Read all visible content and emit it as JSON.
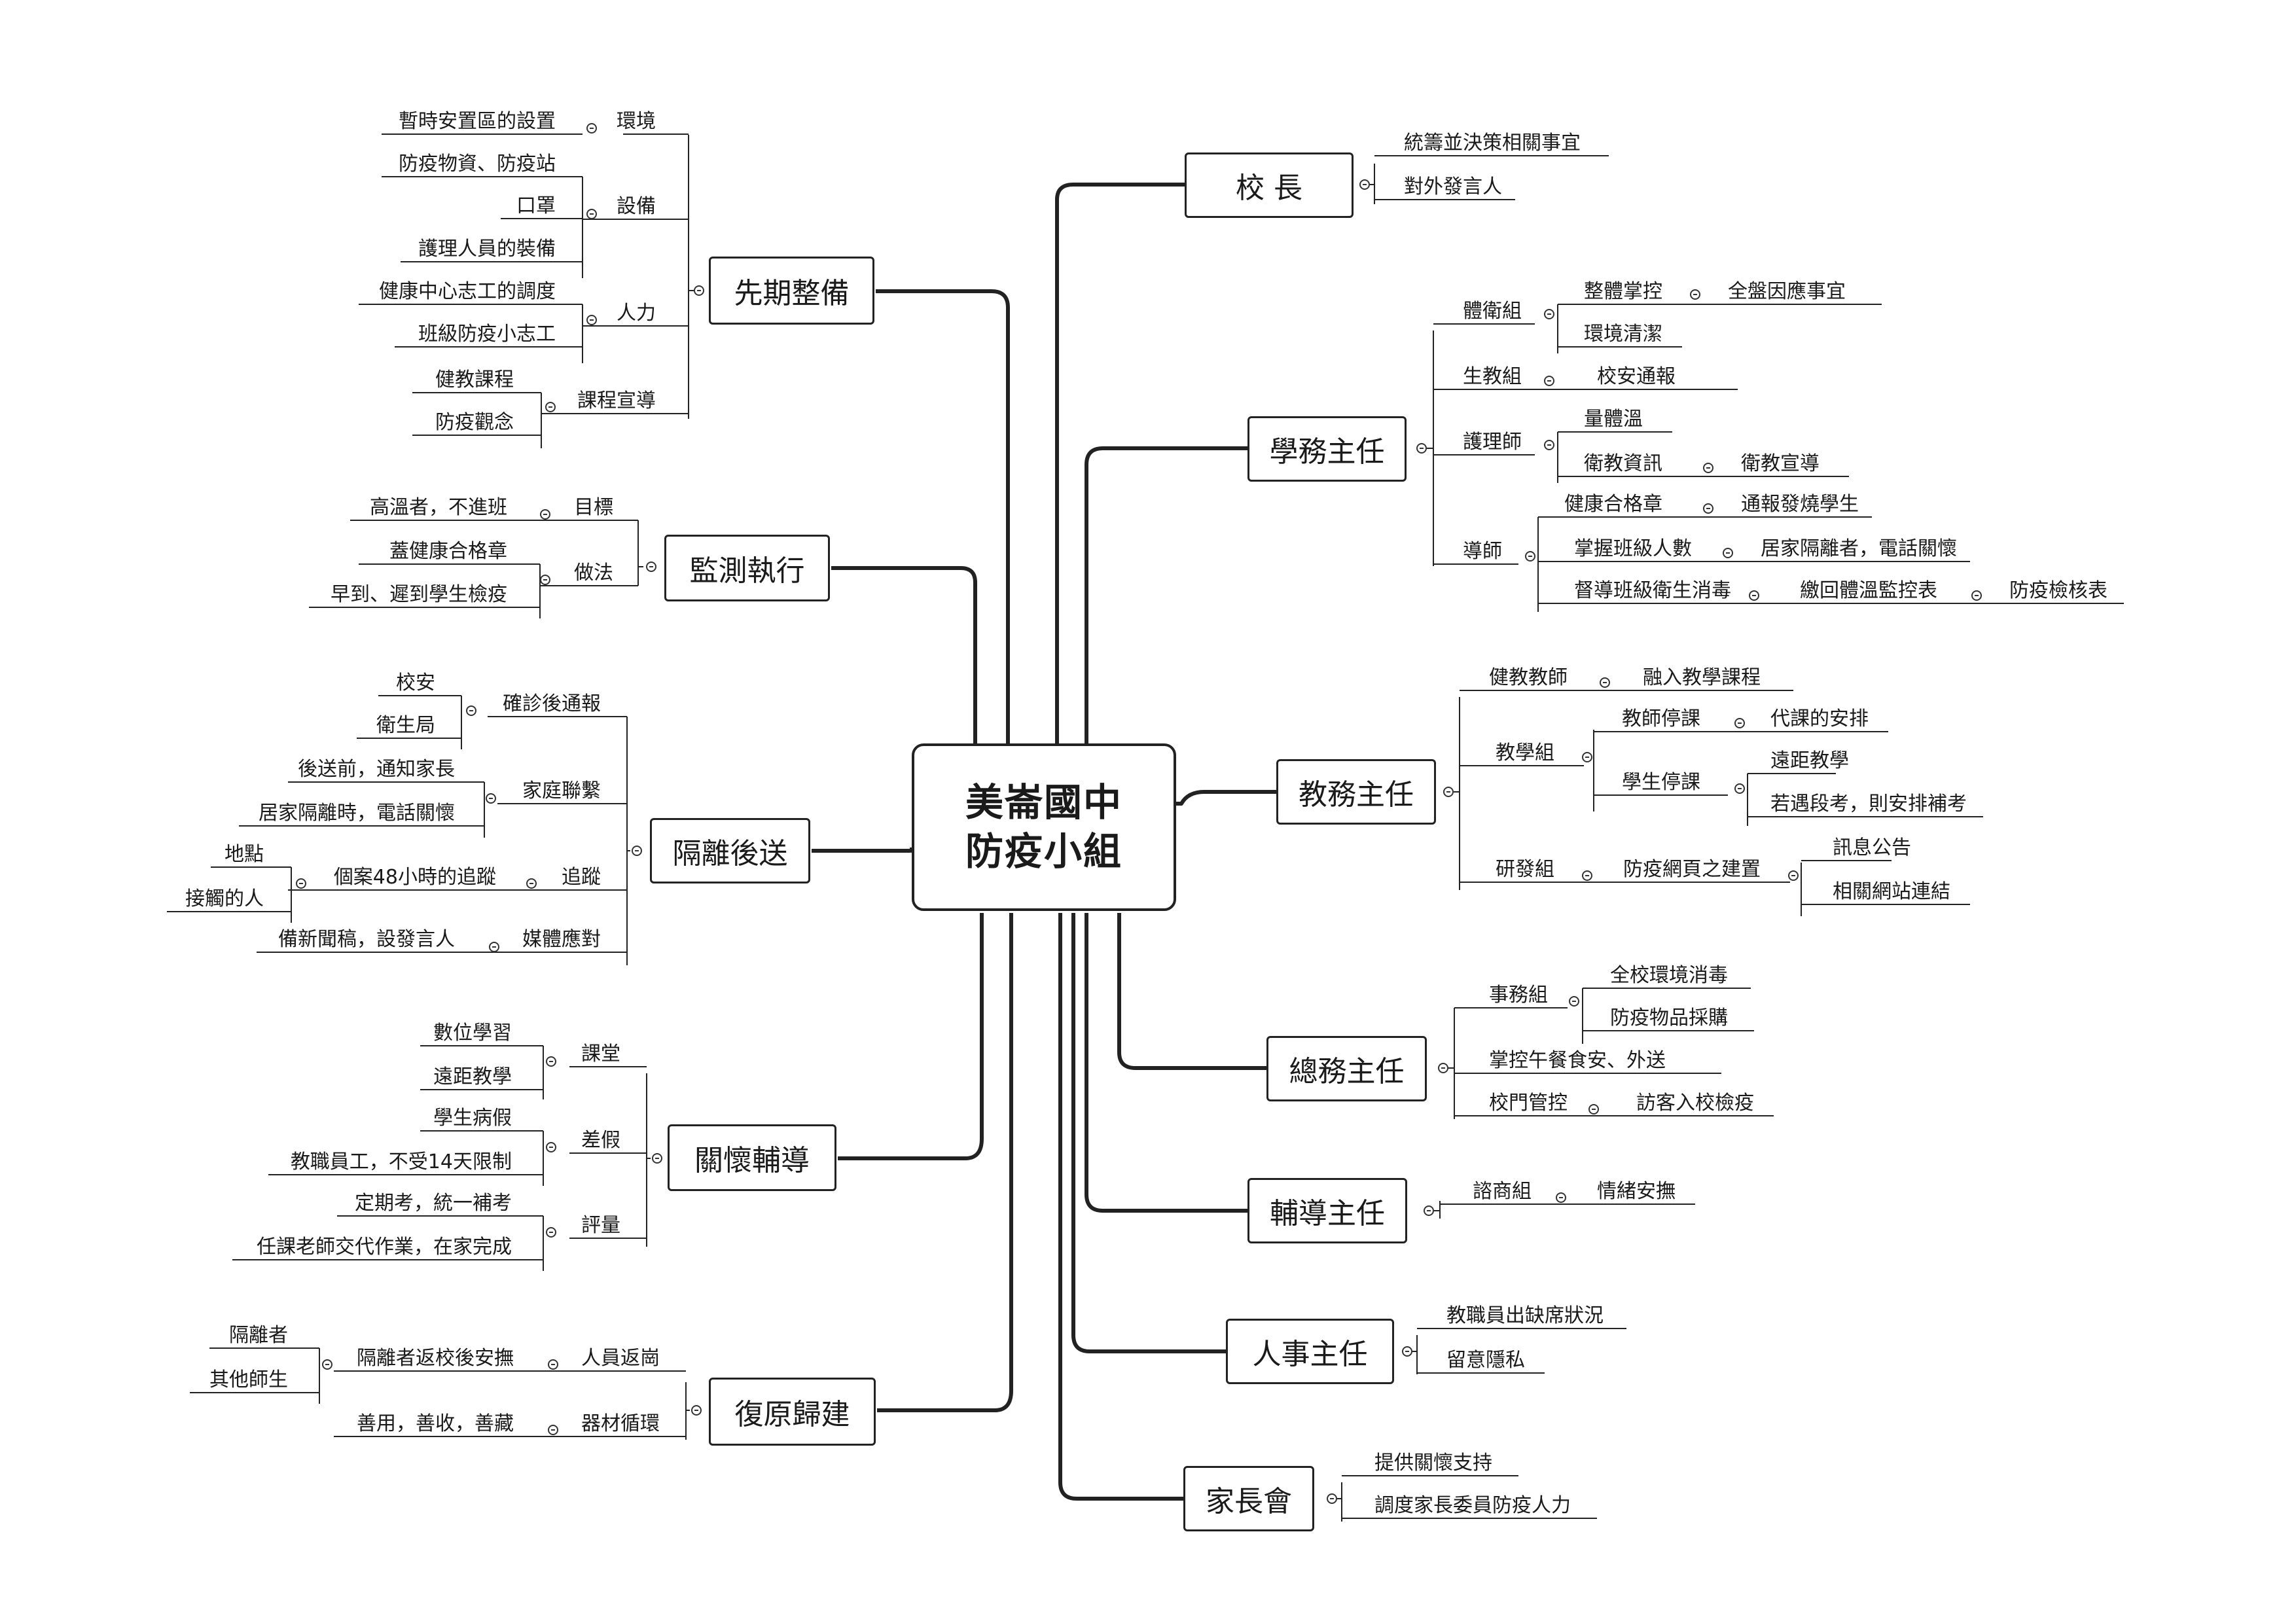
{
  "root": {
    "line1": "美崙國中",
    "line2": "防疫小組"
  },
  "branches": [
    {
      "label": "先期整備",
      "children": [
        {
          "label": "環境",
          "children": [
            {
              "label": "暫時安置區的設置"
            }
          ]
        },
        {
          "label": "設備",
          "children": [
            {
              "label": "防疫物資、防疫站"
            },
            {
              "label": "口罩"
            },
            {
              "label": "護理人員的裝備"
            }
          ]
        },
        {
          "label": "人力",
          "children": [
            {
              "label": "健康中心志工的調度"
            },
            {
              "label": "班級防疫小志工"
            }
          ]
        },
        {
          "label": "課程宣導",
          "children": [
            {
              "label": "健教課程"
            },
            {
              "label": "防疫觀念"
            }
          ]
        }
      ]
    },
    {
      "label": "監測執行",
      "children": [
        {
          "label": "目標",
          "children": [
            {
              "label": "高溫者，不進班"
            }
          ]
        },
        {
          "label": "做法",
          "children": [
            {
              "label": "蓋健康合格章"
            },
            {
              "label": "早到、遲到學生檢疫"
            }
          ]
        }
      ]
    },
    {
      "label": "隔離後送",
      "children": [
        {
          "label": "確診後通報",
          "children": [
            {
              "label": "校安"
            },
            {
              "label": "衛生局"
            }
          ]
        },
        {
          "label": "家庭聯繫",
          "children": [
            {
              "label": "後送前，通知家長"
            },
            {
              "label": "居家隔離時，電話關懷"
            }
          ]
        },
        {
          "label": "追蹤",
          "children": [
            {
              "label": "個案48小時的追蹤",
              "children": [
                {
                  "label": "地點"
                },
                {
                  "label": "接觸的人"
                }
              ]
            }
          ]
        },
        {
          "label": "媒體應對",
          "children": [
            {
              "label": "備新聞稿，設發言人"
            }
          ]
        }
      ]
    },
    {
      "label": "關懷輔導",
      "children": [
        {
          "label": "課堂",
          "children": [
            {
              "label": "數位學習"
            },
            {
              "label": "遠距教學"
            }
          ]
        },
        {
          "label": "差假",
          "children": [
            {
              "label": "學生病假"
            },
            {
              "label": "教職員工，不受14天限制"
            }
          ]
        },
        {
          "label": "評量",
          "children": [
            {
              "label": "定期考，統一補考"
            },
            {
              "label": "任課老師交代作業，在家完成"
            }
          ]
        }
      ]
    },
    {
      "label": "復原歸建",
      "children": [
        {
          "label": "人員返崗",
          "children": [
            {
              "label": "隔離者返校後安撫",
              "children": [
                {
                  "label": "隔離者"
                },
                {
                  "label": "其他師生"
                }
              ]
            }
          ]
        },
        {
          "label": "器材循環",
          "children": [
            {
              "label": "善用，善收，善藏"
            }
          ]
        }
      ]
    },
    {
      "label": "校 長",
      "children": [
        {
          "label": "統籌並決策相關事宜"
        },
        {
          "label": "對外發言人"
        }
      ]
    },
    {
      "label": "學務主任",
      "children": [
        {
          "label": "體衛組",
          "children": [
            {
              "label": "整體掌控",
              "children": [
                {
                  "label": "全盤因應事宜"
                }
              ]
            },
            {
              "label": "環境清潔"
            }
          ]
        },
        {
          "label": "生教組",
          "children": [
            {
              "label": "校安通報"
            }
          ]
        },
        {
          "label": "護理師",
          "children": [
            {
              "label": "量體溫"
            },
            {
              "label": "衛教資訊",
              "children": [
                {
                  "label": "衛教宣導"
                }
              ]
            }
          ]
        },
        {
          "label": "導師",
          "children": [
            {
              "label": "健康合格章",
              "children": [
                {
                  "label": "通報發燒學生"
                }
              ]
            },
            {
              "label": "掌握班級人數",
              "children": [
                {
                  "label": "居家隔離者，電話關懷"
                }
              ]
            },
            {
              "label": "督導班級衛生消毒",
              "children": [
                {
                  "label": "繳回體溫監控表",
                  "children": [
                    {
                      "label": "防疫檢核表"
                    }
                  ]
                }
              ]
            }
          ]
        }
      ]
    },
    {
      "label": "教務主任",
      "children": [
        {
          "label": "健教教師",
          "children": [
            {
              "label": "融入教學課程"
            }
          ]
        },
        {
          "label": "教學組",
          "children": [
            {
              "label": "教師停課",
              "children": [
                {
                  "label": "代課的安排"
                }
              ]
            },
            {
              "label": "學生停課",
              "children": [
                {
                  "label": "遠距教學"
                },
                {
                  "label": "若遇段考，則安排補考"
                }
              ]
            }
          ]
        },
        {
          "label": "研發組",
          "children": [
            {
              "label": "防疫網頁之建置",
              "children": [
                {
                  "label": "訊息公告"
                },
                {
                  "label": "相關網站連結"
                }
              ]
            }
          ]
        }
      ]
    },
    {
      "label": "總務主任",
      "children": [
        {
          "label": "事務組",
          "children": [
            {
              "label": "全校環境消毒"
            },
            {
              "label": "防疫物品採購"
            }
          ]
        },
        {
          "label": "掌控午餐食安、外送"
        },
        {
          "label": "校門管控",
          "children": [
            {
              "label": "訪客入校檢疫"
            }
          ]
        }
      ]
    },
    {
      "label": "輔導主任",
      "children": [
        {
          "label": "諮商組",
          "children": [
            {
              "label": "情緒安撫"
            }
          ]
        }
      ]
    },
    {
      "label": "人事主任",
      "children": [
        {
          "label": "教職員出缺席狀況"
        },
        {
          "label": "留意隱私"
        }
      ]
    },
    {
      "label": "家長會",
      "children": [
        {
          "label": "提供關懷支持"
        },
        {
          "label": "調度家長委員防疫人力"
        }
      ]
    }
  ]
}
